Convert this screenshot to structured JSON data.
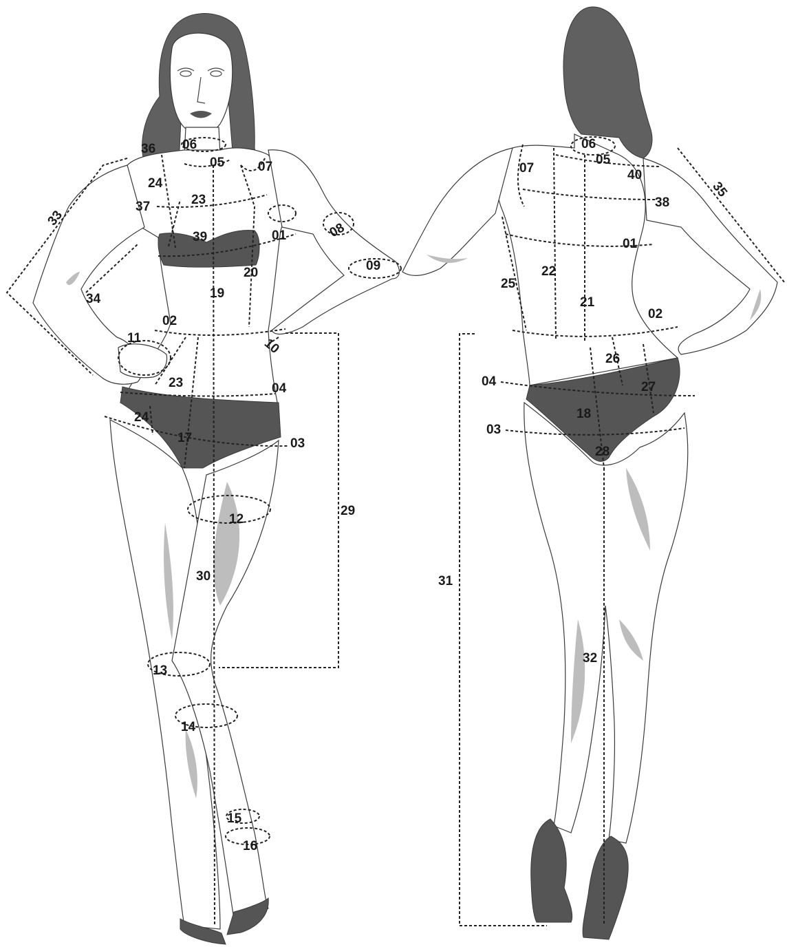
{
  "front_labels": {
    "m01": "01",
    "m02": "02",
    "m03": "03",
    "m04": "04",
    "m05": "05",
    "m06": "06",
    "m07": "07",
    "m08": "08",
    "m09": "09",
    "m10": "10",
    "m11": "11",
    "m12": "12",
    "m13": "13",
    "m14": "14",
    "m15": "15",
    "m16": "16",
    "m17": "17",
    "m19": "19",
    "m20": "20",
    "m23a": "23",
    "m23b": "23",
    "m24a": "24",
    "m24b": "24",
    "m29": "29",
    "m30": "30",
    "m33": "33",
    "m34": "34",
    "m36": "36",
    "m37": "37",
    "m39": "39"
  },
  "back_labels": {
    "m01": "01",
    "m02": "02",
    "m03": "03",
    "m04": "04",
    "m05": "05",
    "m06": "06",
    "m07": "07",
    "m18": "18",
    "m21": "21",
    "m22": "22",
    "m25": "25",
    "m26": "26",
    "m27": "27",
    "m28": "28",
    "m31": "31",
    "m32": "32",
    "m35": "35",
    "m38": "38",
    "m40": "40"
  }
}
